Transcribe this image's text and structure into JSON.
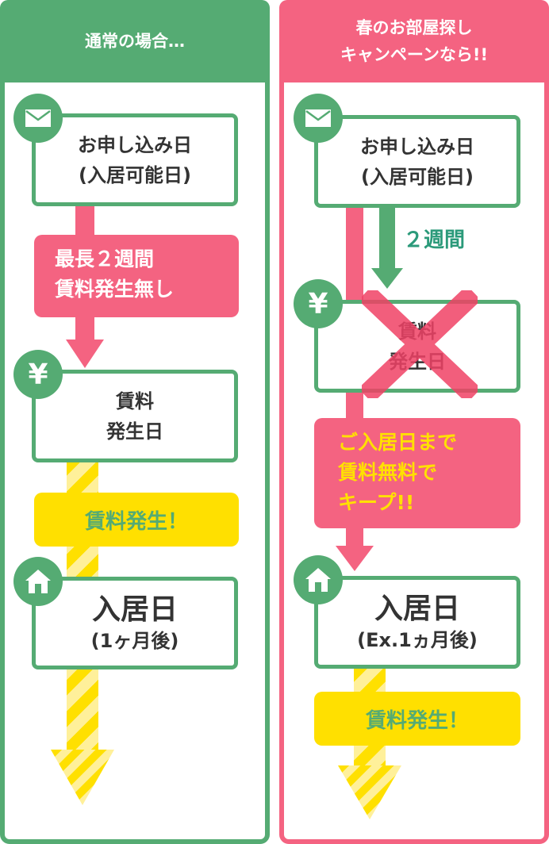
{
  "colors": {
    "green": "#55ab73",
    "pink": "#f46381",
    "yellow": "#ffe000",
    "text": "#333333"
  },
  "left": {
    "header": "通常の場合…",
    "step1": {
      "line1": "お申し込み日",
      "line2": "(入居可能日)",
      "icon": "envelope-icon"
    },
    "pink_banner": {
      "line1": "最長２週間",
      "line2": "賃料発生無し"
    },
    "step2": {
      "line1": "賃料",
      "line2": "発生日",
      "icon": "yen-icon"
    },
    "yellow_banner": "賃料発生！",
    "step3": {
      "line1": "入居日",
      "line2": "(1ヶ月後)",
      "icon": "house-icon"
    }
  },
  "right": {
    "header": {
      "line1": "春のお部屋探し",
      "line2": "キャンペーンなら!!"
    },
    "step1": {
      "line1": "お申し込み日",
      "line2": "(入居可能日)",
      "icon": "envelope-icon"
    },
    "weeks_label": "２週間",
    "step2": {
      "line1": "賃料",
      "line2": "発生日",
      "icon": "yen-icon",
      "overlay": "cross-mark-icon"
    },
    "pink_banner": {
      "line1": "ご入居日まで",
      "line2": "賃料無料で",
      "line3": "キープ!!"
    },
    "step3": {
      "line1": "入居日",
      "line2": "(Ex.1ヵ月後)",
      "icon": "house-icon"
    },
    "yellow_banner": "賃料発生！"
  }
}
